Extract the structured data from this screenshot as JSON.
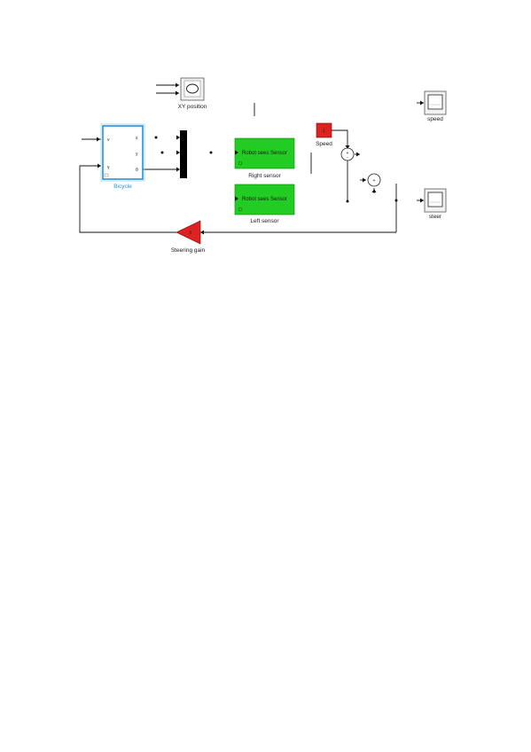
{
  "diagram": {
    "bicycle": {
      "label": "Bicycle",
      "in_ports": [
        "v",
        "γ"
      ],
      "out_ports": [
        "x",
        "y",
        "θ"
      ]
    },
    "xy_graph": {
      "label": "XY position"
    },
    "right_sensor": {
      "text": "Robot  sees  Sensor",
      "label": "Right sensor"
    },
    "left_sensor": {
      "text": "Robot  sees  Sensor",
      "label": "Left sensor"
    },
    "speed": {
      "label": "Speed",
      "value": "1"
    },
    "sum1": {
      "signs": "+\n-"
    },
    "sum2": {
      "signs": "+"
    },
    "steering_gain": {
      "label": "Steering gain",
      "value": "6"
    },
    "scope_speed": {
      "label": "speed"
    },
    "scope_steer": {
      "label": "steer"
    },
    "colors": {
      "sensor_block": "#22cc22",
      "gain_block": "#dd2222",
      "constant_block": "#dd2222",
      "bicycle_label": "#2a8fd8",
      "bicycle_border": "#2a8fd8"
    }
  }
}
